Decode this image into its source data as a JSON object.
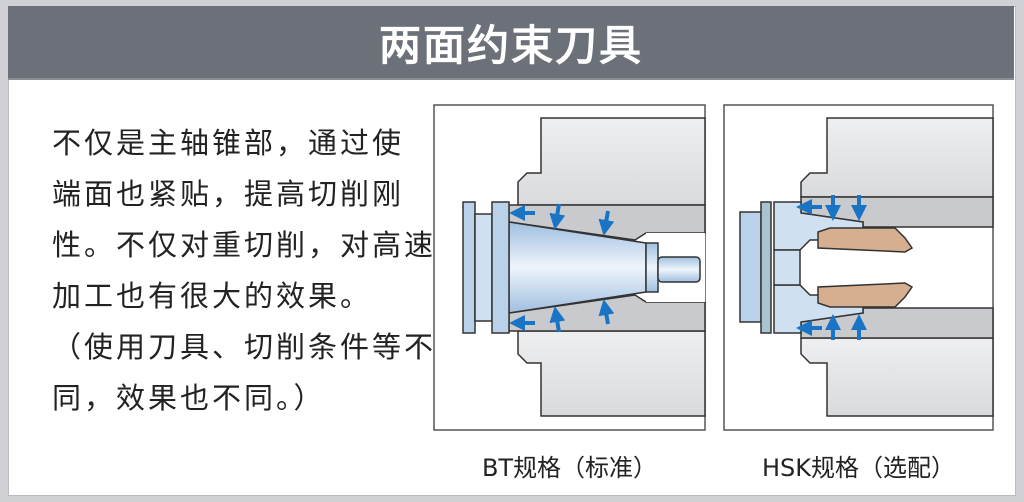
{
  "title": "两面约束刀具",
  "description_lines": [
    "不仅是主轴锥部，通过使",
    "端面也紧贴，提高切削刚",
    "性。不仅对重切削，对高速",
    "加工也有很大的效果。",
    "（使用刀具、切削条件等不",
    "同，效果也不同。）"
  ],
  "diagrams": [
    {
      "caption": "BT规格（标准）"
    },
    {
      "caption": "HSK规格（选配）"
    }
  ],
  "colors": {
    "title_bar": "#6c7079",
    "arrow": "#1a74c6",
    "tool_blue": "#b9d2ea",
    "collet": "#d6ae90",
    "spindle": "#e6e7e9"
  }
}
